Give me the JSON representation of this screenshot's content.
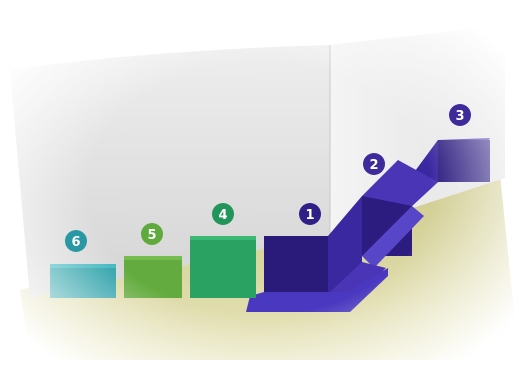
{
  "colors": {
    "wall": "#d9d9d9",
    "floor": "#d6d29a",
    "dark_purple": "#2f1f86",
    "mid_purple": "#3f2ca8",
    "edge_purple": "#5846c8",
    "green_dark": "#2aa262",
    "green_light": "#63ab3e",
    "teal": "#2aa0a8",
    "badge_text": "#ffffff"
  },
  "markers": [
    {
      "label": "1",
      "color": "#2f1f86",
      "name": "marker-1"
    },
    {
      "label": "2",
      "color": "#3f2a9c",
      "name": "marker-2"
    },
    {
      "label": "3",
      "color": "#3f2a9c",
      "name": "marker-3"
    },
    {
      "label": "4",
      "color": "#22955a",
      "name": "marker-4"
    },
    {
      "label": "5",
      "color": "#5eaa3c",
      "name": "marker-5"
    },
    {
      "label": "6",
      "color": "#2a98a4",
      "name": "marker-6"
    }
  ]
}
